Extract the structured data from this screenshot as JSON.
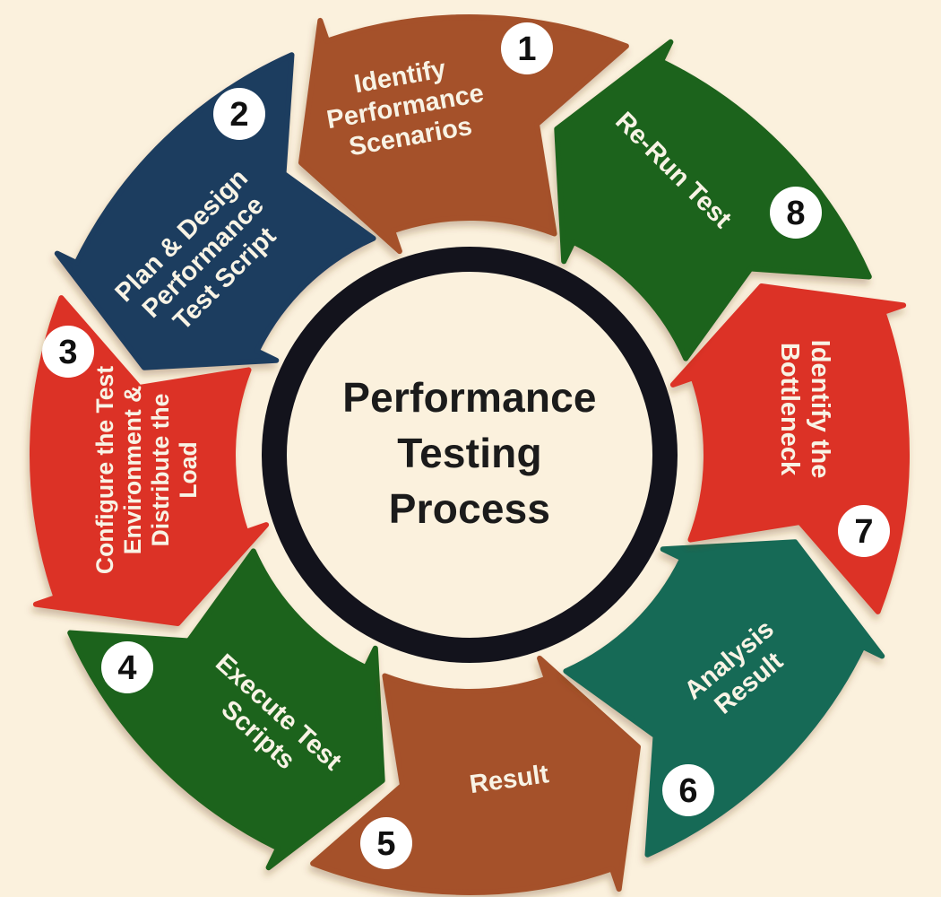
{
  "diagram": {
    "title": "Performance Testing Process",
    "background_color": "#FBF1DD",
    "center_circle": {
      "border_color": "#13131C",
      "fill_color": "#FBF1DD",
      "text_color": "#1B1B1B"
    },
    "badge": {
      "bg_color": "#FFFFFF",
      "text_color": "#101010"
    },
    "label_text_color": "#F8F3E5",
    "flow_direction": "counterclockwise",
    "steps": [
      {
        "number": "1",
        "label": "Identify Performance Scenarios",
        "lines": [
          "Identify",
          "Performance",
          "Scenarios"
        ],
        "color": "#A5512B"
      },
      {
        "number": "2",
        "label": "Plan & Design Performance Test Script",
        "lines": [
          "Plan & Design",
          "Performance",
          "Test Script"
        ],
        "color": "#1F3C5F"
      },
      {
        "number": "3",
        "label": "Configure the Test Environment & Distribute the Load",
        "lines": [
          "Configure the Test",
          "Environment &",
          "Distribute the",
          "Load"
        ],
        "color": "#DC3127"
      },
      {
        "number": "4",
        "label": "Execute Test Scripts",
        "lines": [
          "Execute Test",
          "Scripts"
        ],
        "color": "#1E631E"
      },
      {
        "number": "5",
        "label": "Result",
        "lines": [
          "Result"
        ],
        "color": "#A5512B"
      },
      {
        "number": "6",
        "label": "Analysis Result",
        "lines": [
          "Analysis",
          "Result"
        ],
        "color": "#186A57"
      },
      {
        "number": "7",
        "label": "Identify the Bottleneck",
        "lines": [
          "Identify the",
          "Bottleneck"
        ],
        "color": "#DC3127"
      },
      {
        "number": "8",
        "label": "Re-Run Test",
        "lines": [
          "Re-Run Test"
        ],
        "color": "#1E631E"
      }
    ]
  }
}
